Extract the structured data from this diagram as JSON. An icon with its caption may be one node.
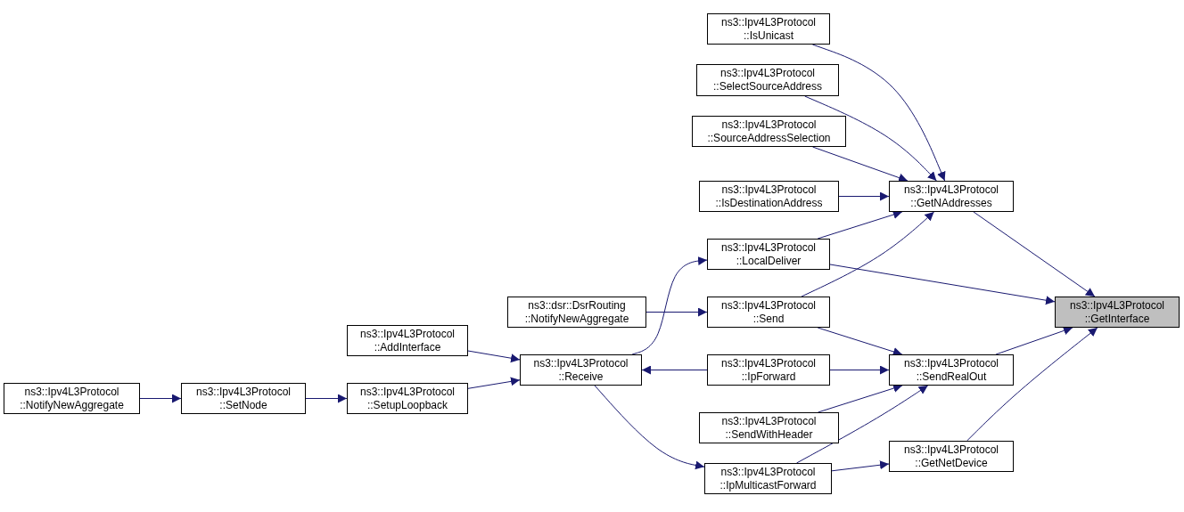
{
  "diagram": {
    "nodes": [
      {
        "text": [
          "ns3::Ipv4L3Protocol ::GetInterface"
        ]
      },
      {
        "text": [
          "ns3::Ipv4L3Protocol ::GetNAddresses"
        ]
      },
      {
        "text": [
          "ns3::Ipv4L3Protocol ::IsUnicast"
        ]
      },
      {
        "text": [
          "ns3::Ipv4L3Protocol ::SelectSourceAddress"
        ]
      },
      {
        "text": [
          "ns3::Ipv4L3Protocol ::SourceAddressSelection"
        ]
      },
      {
        "text": [
          "ns3::Ipv4L3Protocol ::IsDestinationAddress"
        ]
      },
      {
        "text": [
          "ns3::Ipv4L3Protocol ::LocalDeliver"
        ]
      },
      {
        "text": [
          "ns3::Ipv4L3Protocol ::Send"
        ]
      },
      {
        "text": [
          "ns3::Ipv4L3Protocol ::SendRealOut"
        ]
      },
      {
        "text": [
          "ns3::Ipv4L3Protocol ::IpForward"
        ]
      },
      {
        "text": [
          "ns3::Ipv4L3Protocol ::SendWithHeader"
        ]
      },
      {
        "text": [
          "ns3::Ipv4L3Protocol ::IpMulticastForward"
        ]
      },
      {
        "text": [
          "ns3::Ipv4L3Protocol ::GetNetDevice"
        ]
      },
      {
        "text": [
          "ns3::dsr::DsrRouting ::NotifyNewAggregate"
        ]
      },
      {
        "text": [
          "ns3::Ipv4L3Protocol ::Receive"
        ]
      },
      {
        "text": [
          "ns3::Ipv4L3Protocol ::AddInterface"
        ]
      },
      {
        "text": [
          "ns3::Ipv4L3Protocol ::SetupLoopback"
        ]
      },
      {
        "text": [
          "ns3::Ipv4L3Protocol ::SetNode"
        ]
      },
      {
        "text": [
          "ns3::Ipv4L3Protocol ::NotifyNewAggregate"
        ]
      }
    ],
    "edges": [
      {
        "from": 1,
        "to": 0,
        "arrow": "to"
      },
      {
        "from": 6,
        "to": 0,
        "arrow": "to"
      },
      {
        "from": 8,
        "to": 0,
        "arrow": "to"
      },
      {
        "from": 12,
        "to": 0,
        "arrow": "to"
      },
      {
        "from": 2,
        "to": 1,
        "arrow": "to"
      },
      {
        "from": 3,
        "to": 1,
        "arrow": "to"
      },
      {
        "from": 4,
        "to": 1,
        "arrow": "to"
      },
      {
        "from": 5,
        "to": 1,
        "arrow": "to"
      },
      {
        "from": 6,
        "to": 1,
        "arrow": "to"
      },
      {
        "from": 7,
        "to": 1,
        "arrow": "to"
      },
      {
        "from": 7,
        "to": 8,
        "arrow": "to"
      },
      {
        "from": 9,
        "to": 8,
        "arrow": "to"
      },
      {
        "from": 10,
        "to": 8,
        "arrow": "to"
      },
      {
        "from": 11,
        "to": 8,
        "arrow": "to"
      },
      {
        "from": 11,
        "to": 12,
        "arrow": "to"
      },
      {
        "from": 13,
        "to": 7,
        "arrow": "to"
      },
      {
        "from": 14,
        "to": 6,
        "arrow": "to"
      },
      {
        "from": 9,
        "to": 14,
        "arrow": "to"
      },
      {
        "from": 14,
        "to": 11,
        "arrow": "to"
      },
      {
        "from": 15,
        "to": 14,
        "arrow": "to"
      },
      {
        "from": 16,
        "to": 14,
        "arrow": "to"
      },
      {
        "from": 17,
        "to": 16,
        "arrow": "to"
      },
      {
        "from": 18,
        "to": 17,
        "arrow": "to"
      }
    ]
  }
}
